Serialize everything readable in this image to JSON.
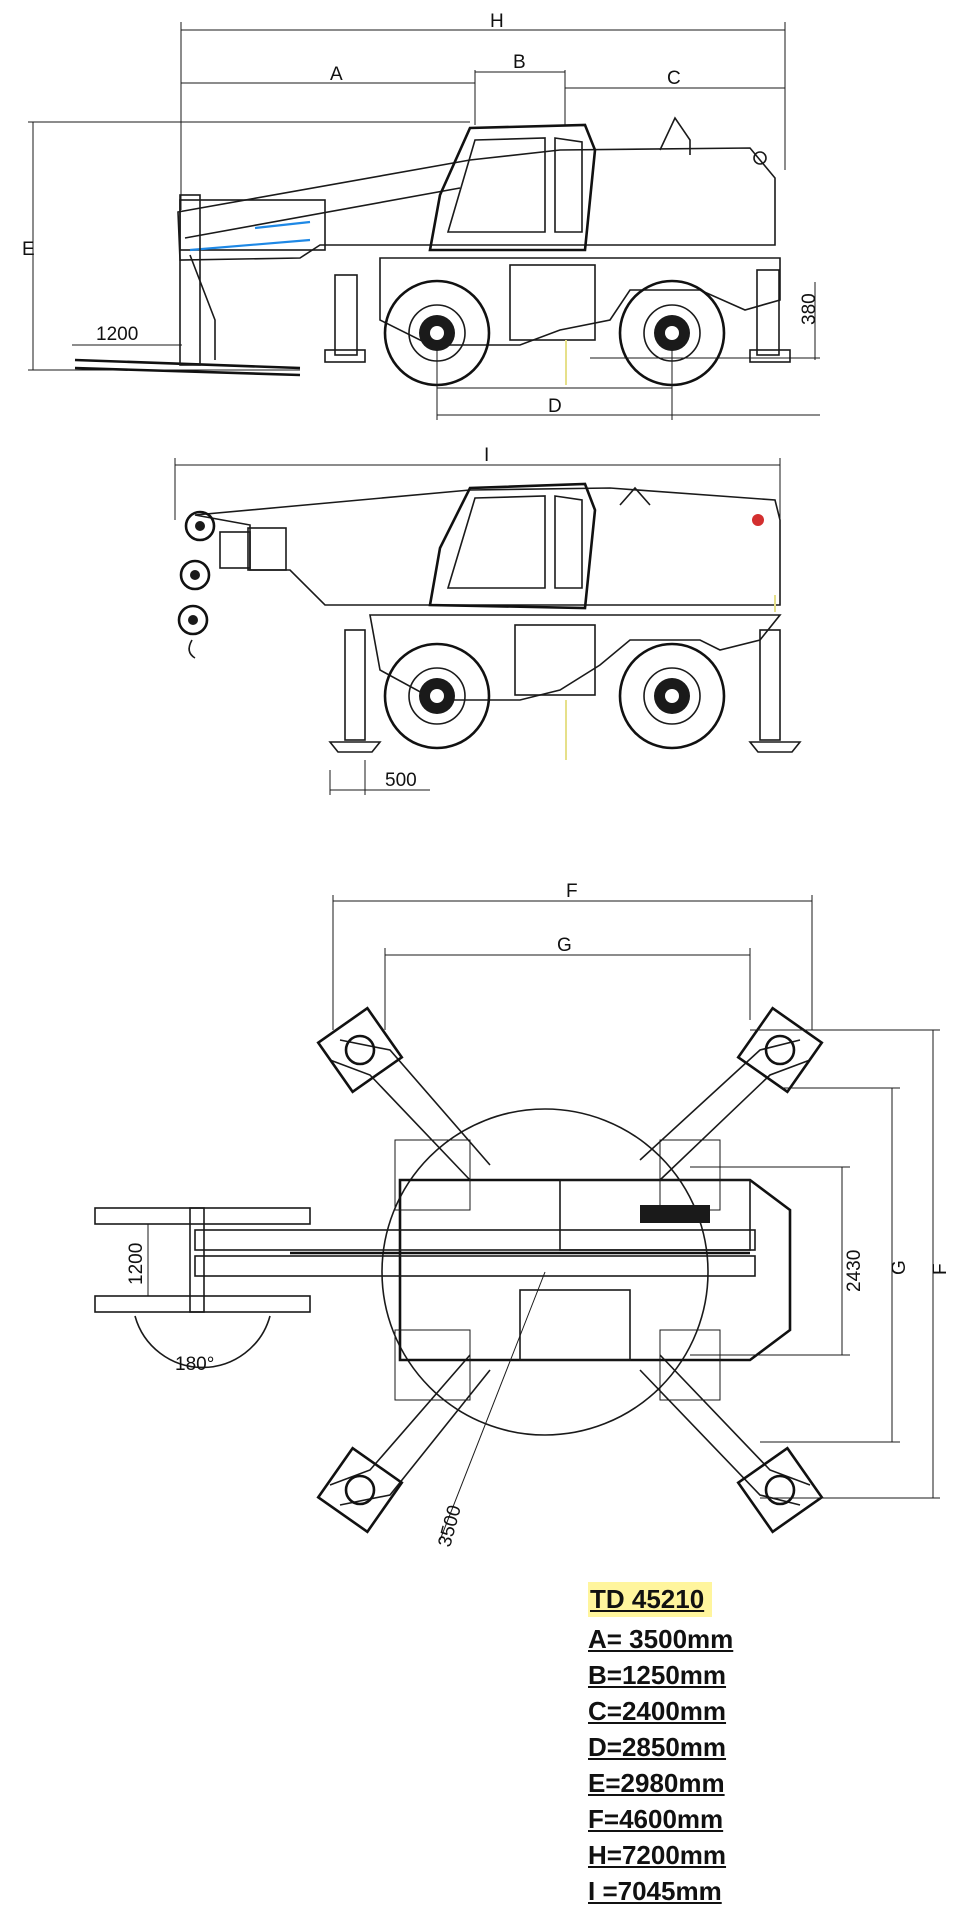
{
  "dimension_labels": {
    "H": "H",
    "A": "A",
    "B": "B",
    "C": "C",
    "E": "E",
    "D": "D",
    "I": "I",
    "F_top": "F",
    "G_top": "G",
    "F_side": "F",
    "G_side": "G",
    "fork_width_side": "1200",
    "outrigger_height": "380",
    "outrigger_pad": "500",
    "track_width": "2430",
    "fork_width_top": "1200",
    "rotation_angle": "180°",
    "swing_radius": "3500"
  },
  "spec_table": {
    "title": "TD 45210",
    "rows": [
      "A= 3500mm",
      "B=1250mm",
      "C=2400mm",
      "D=2850mm",
      "E=2980mm",
      "F=4600mm",
      "H=7200mm",
      "I =7045mm"
    ]
  },
  "colors": {
    "highlight": "#fff59d",
    "accent_blue": "#1e88e5",
    "marker_red": "#d32f2f",
    "center_line": "#e6e08a"
  }
}
